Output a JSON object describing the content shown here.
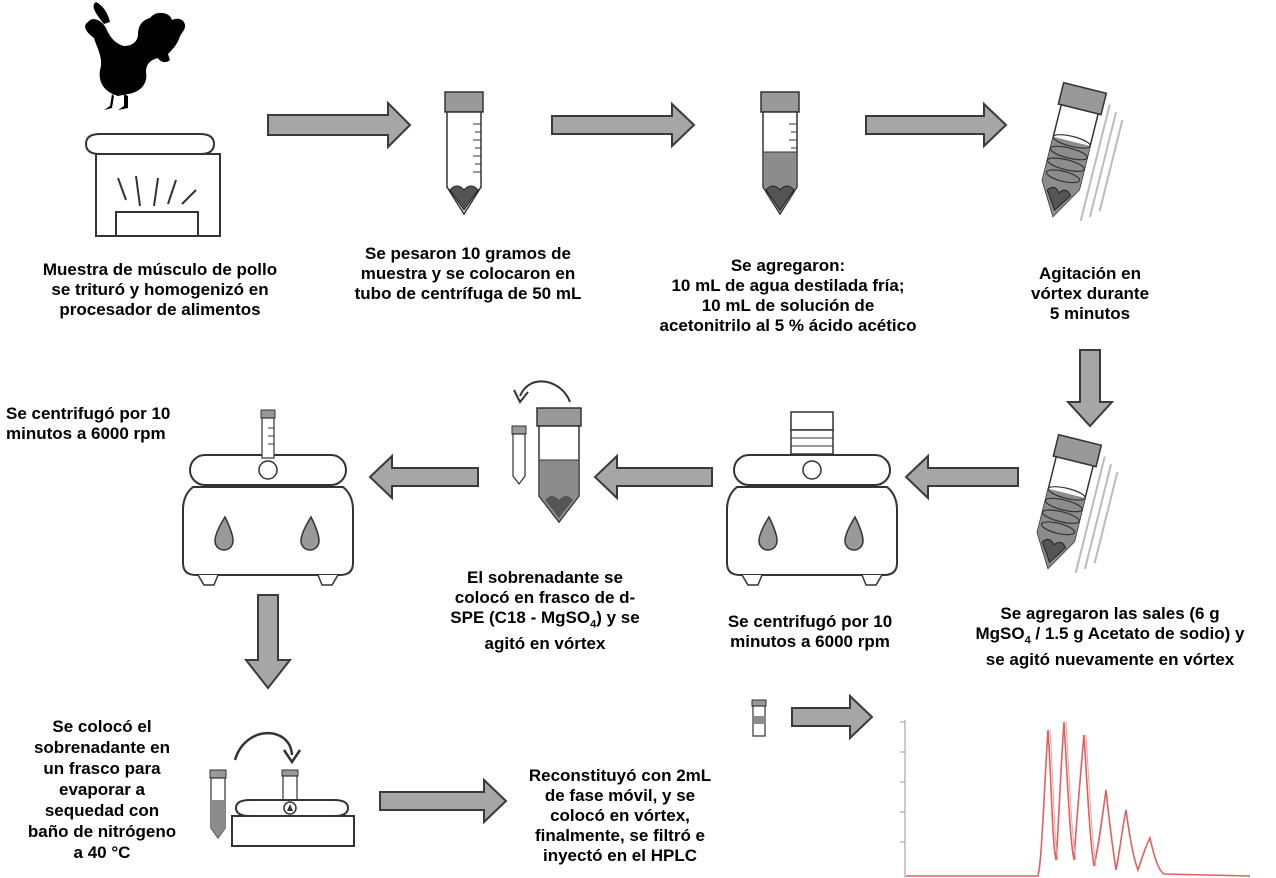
{
  "steps": {
    "s1": {
      "lines": [
        "Muestra de músculo de pollo",
        "se trituró y homogenizó en",
        "procesador de alimentos"
      ]
    },
    "s2": {
      "lines": [
        "Se pesaron 10 gramos de",
        "muestra y se colocaron en",
        "tubo de centrífuga de 50 mL"
      ]
    },
    "s3": {
      "lines": [
        "Se agregaron:",
        "10 mL de agua destilada fría;",
        "10 mL de solución de",
        "acetonitrilo al 5 % ácido acético"
      ]
    },
    "s4": {
      "lines": [
        "Agitación en",
        "vórtex durante",
        "5 minutos"
      ]
    },
    "s5": {
      "line1": "Se agregaron las sales (6 g",
      "line2_a": "MgSO",
      "line2_sub": "4",
      "line2_b": " / 1.5 g Acetato de sodio) y",
      "line3": "se agitó nuevamente en vórtex"
    },
    "s6": {
      "lines": [
        "Se centrifugó por 10",
        "minutos a 6000 rpm"
      ]
    },
    "s7": {
      "line1": "El sobrenadante se",
      "line2": "colocó en frasco de d-",
      "line3_a": "SPE (C18 - MgSO",
      "line3_sub": "4",
      "line3_b": ") y se",
      "line4": "agitó en vórtex"
    },
    "s8": {
      "lines": [
        "Se centrifugó por 10",
        "minutos a 6000 rpm"
      ]
    },
    "s9": {
      "lines": [
        "Se colocó el",
        "sobrenadante en",
        "un frasco para",
        "evaporar a",
        "sequedad con",
        "baño de nitrógeno",
        "a 40 °C"
      ]
    },
    "s10": {
      "lines": [
        "Reconstituyó con 2mL",
        "de fase móvil, y se",
        "colocó en vórtex,",
        "finalmente, se filtró e",
        "inyectó en el HPLC"
      ]
    }
  },
  "colors": {
    "arrow_fill": "#a6a6a6",
    "arrow_stroke": "#3a3a3a",
    "liquid": "#8c8c8c",
    "pellet": "#555555",
    "cap": "#999999",
    "chromatogram": "#e06060"
  },
  "icons": [
    "rooster-icon",
    "food-processor-icon",
    "centrifuge-tube-icon",
    "vortex-icon",
    "centrifuge-icon",
    "nitrogen-evaporator-icon",
    "vial-icon",
    "chromatogram-icon"
  ]
}
